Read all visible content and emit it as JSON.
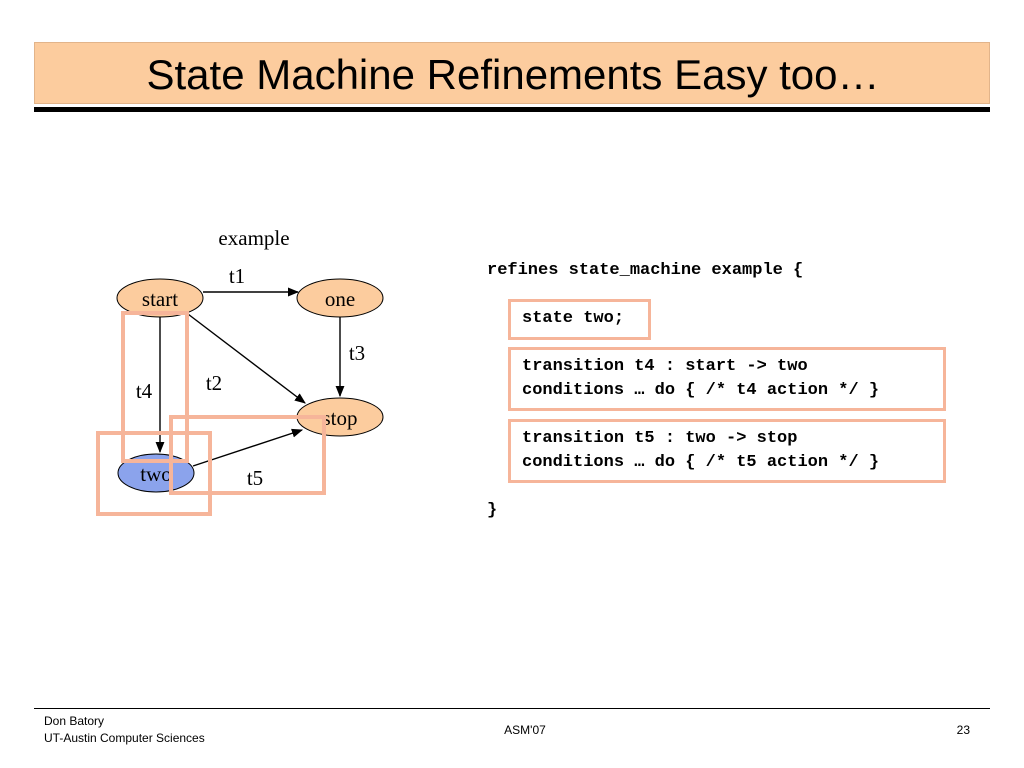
{
  "slide": {
    "title": "State Machine Refinements Easy too…"
  },
  "diagram": {
    "machine_name": "example",
    "states": {
      "start": "start",
      "one": "one",
      "stop": "stop",
      "two": "two"
    },
    "transitions": {
      "t1": "t1",
      "t2": "t2",
      "t3": "t3",
      "t4": "t4",
      "t5": "t5"
    },
    "colors": {
      "state_fill": "#fccc9e",
      "new_state_fill": "#8ba3ec",
      "highlight": "#f6b59a"
    }
  },
  "code": {
    "line1": "refines state_machine example {",
    "block1": {
      "line1": "state two;"
    },
    "block2": {
      "line1": "transition t4 : start -> two",
      "line2": "conditions … do { /* t4 action */ }"
    },
    "block3": {
      "line1": "transition t5 : two -> stop",
      "line2": "conditions … do { /* t5 action */ }"
    },
    "closing": "}"
  },
  "footer": {
    "author": "Don Batory",
    "affiliation": "UT-Austin Computer Sciences",
    "venue": "ASM'07",
    "page_number": "23"
  }
}
